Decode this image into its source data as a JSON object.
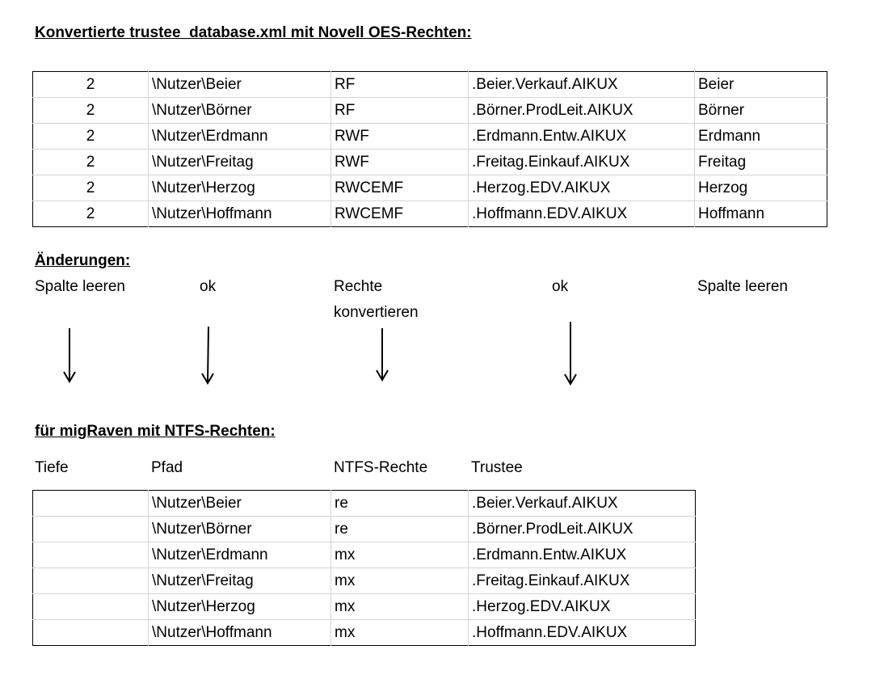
{
  "heading_source": "Konvertierte trustee_database.xml mit Novell OES-Rechten:",
  "source_rows": [
    [
      "2",
      "\\Nutzer\\Beier",
      "RF",
      ".Beier.Verkauf.AIKUX",
      "Beier"
    ],
    [
      "2",
      "\\Nutzer\\Börner",
      "RF",
      ".Börner.ProdLeit.AIKUX",
      "Börner"
    ],
    [
      "2",
      "\\Nutzer\\Erdmann",
      "RWF",
      ".Erdmann.Entw.AIKUX",
      "Erdmann"
    ],
    [
      "2",
      "\\Nutzer\\Freitag",
      "RWF",
      ".Freitag.Einkauf.AIKUX",
      "Freitag"
    ],
    [
      "2",
      "\\Nutzer\\Herzog",
      "RWCEMF",
      ".Herzog.EDV.AIKUX",
      "Herzog"
    ],
    [
      "2",
      "\\Nutzer\\Hoffmann",
      "RWCEMF",
      ".Hoffmann.EDV.AIKUX",
      "Hoffmann"
    ]
  ],
  "heading_changes": "Änderungen:",
  "changes": {
    "col1": "Spalte leeren",
    "col2": "ok",
    "col3_line1": "Rechte",
    "col3_line2": "konvertieren",
    "col4": "ok",
    "col5": "Spalte leeren"
  },
  "arrow_icon": "down-arrow",
  "heading_target": "für migRaven mit NTFS-Rechten:",
  "target_headers": [
    "Tiefe",
    "Pfad",
    "NTFS-Rechte",
    "Trustee"
  ],
  "target_rows": [
    [
      "",
      "\\Nutzer\\Beier",
      "re",
      ".Beier.Verkauf.AIKUX"
    ],
    [
      "",
      "\\Nutzer\\Börner",
      "re",
      ".Börner.ProdLeit.AIKUX"
    ],
    [
      "",
      "\\Nutzer\\Erdmann",
      "mx",
      ".Erdmann.Entw.AIKUX"
    ],
    [
      "",
      "\\Nutzer\\Freitag",
      "mx",
      ".Freitag.Einkauf.AIKUX"
    ],
    [
      "",
      "\\Nutzer\\Herzog",
      "mx",
      ".Herzog.EDV.AIKUX"
    ],
    [
      "",
      "\\Nutzer\\Hoffmann",
      "mx",
      ".Hoffmann.EDV.AIKUX"
    ]
  ]
}
